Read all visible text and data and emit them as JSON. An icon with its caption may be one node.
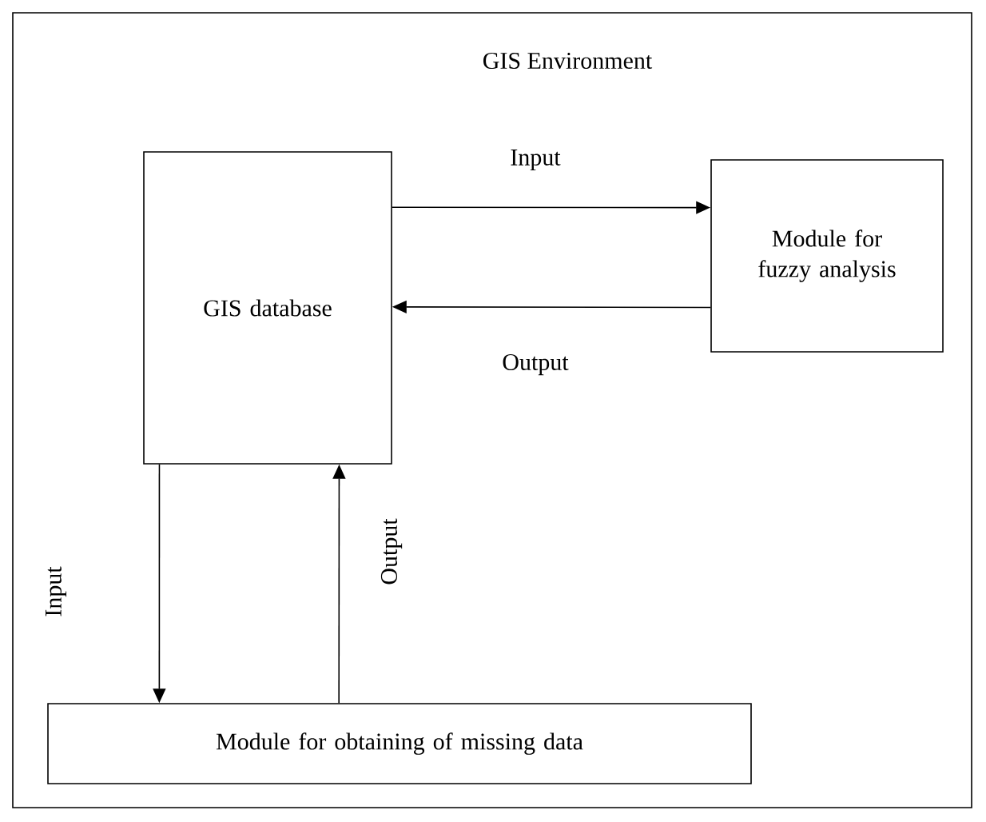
{
  "diagram": {
    "nodes": [
      {
        "text": [
          "GIS Environment"
        ]
      },
      {
        "text": [
          "GIS database"
        ],
        "in": 0
      },
      {
        "text": [
          "Module for fuzzy analysis"
        ],
        "in": 0
      },
      {
        "text": [
          "Module for obtaining of missing data"
        ],
        "in": 0
      }
    ],
    "edges": [
      {
        "from": 1,
        "to": 2,
        "arrow": "to",
        "label": "Input"
      },
      {
        "from": 2,
        "to": 1,
        "arrow": "to",
        "label": "Output"
      },
      {
        "from": 1,
        "to": 3,
        "arrow": "to",
        "label": "Input"
      },
      {
        "from": 3,
        "to": 1,
        "arrow": "to",
        "label": "Output"
      }
    ]
  }
}
